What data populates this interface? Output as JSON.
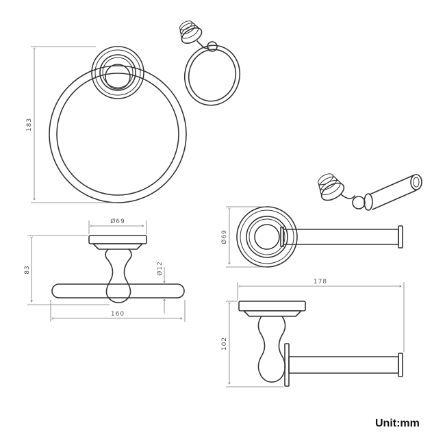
{
  "unit_label": "Unit:mm",
  "dimensions": {
    "ring_height": "183",
    "ring_base_diameter": "Ø69",
    "ring_depth": "83",
    "ring_rod_diameter": "Ø12",
    "ring_width": "160",
    "holder_base_diameter": "Ø69",
    "holder_length": "178",
    "holder_depth": "102"
  },
  "colors": {
    "line": "#333333",
    "dimension": "#777777",
    "background": "#ffffff"
  }
}
